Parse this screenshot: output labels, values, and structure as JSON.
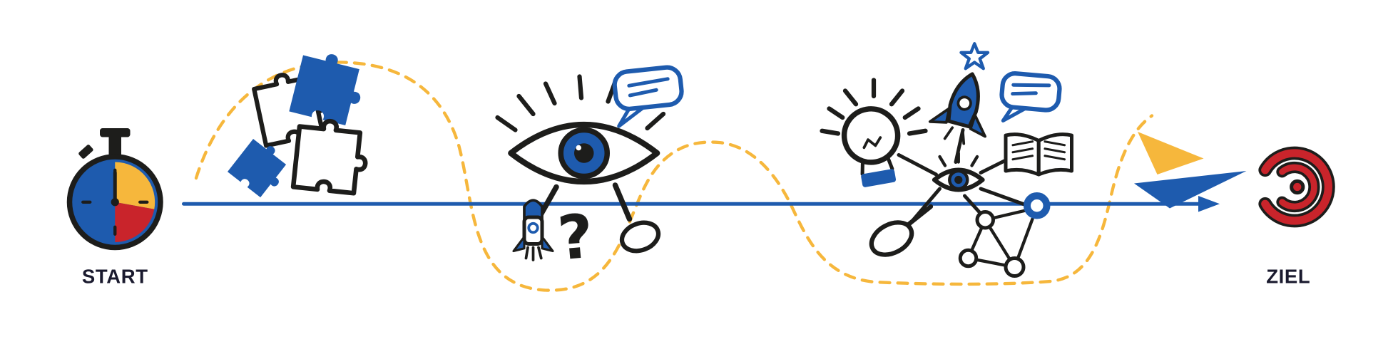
{
  "labels": {
    "start": "START",
    "ziel": "ZIEL"
  },
  "symbols": {
    "question_mark": "?"
  },
  "colors": {
    "blue": "#1e5bae",
    "yellow": "#f6b73c",
    "red": "#c9242b",
    "ink": "#1d1d1b",
    "text": "#1a1a2e"
  },
  "icons": {
    "stopwatch-icon": "timer with yellow and red wedge segments",
    "dashed-journey-path": "curved dashed yellow path over and under the timeline",
    "timeline-arrow": "straight blue arrow from start to goal",
    "puzzle-pieces-icon": "four interlocking jigsaw pieces, two blue two white",
    "walking-eye-icon": "large eye with lashes walking on two legs",
    "speech-bubble-icon": "blue speech bubble with text lines",
    "rocket-icon": "small rocket with flames",
    "question-mark": "hand-drawn question mark",
    "magnifier-icon": "tilted magnifying-glass foot",
    "lightbulb-icon": "glowing light bulb with rays and blue base",
    "idea-rocket-icon": "blue launching rocket",
    "star-icon": "blue outlined star",
    "idea-speech-bubble-icon": "blue speech bubble with text lines",
    "open-book-icon": "open book with ruled pages",
    "small-eye-icon": "small eye hub of the idea map",
    "network-nodes-icon": "circles connected into a network",
    "node-on-line-icon": "blue ring node sitting on the timeline",
    "paper-plane-icon": "yellow and blue paper plane",
    "target-swirl-icon": "red concentric swirl target"
  }
}
